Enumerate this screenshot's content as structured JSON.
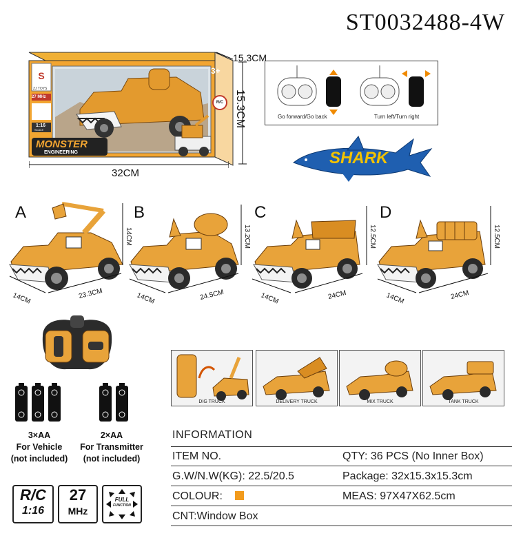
{
  "sku": "ST0032488-4W",
  "box": {
    "depth_label": "15.3CM",
    "height_label": "15.3CM",
    "width_label": "32CM",
    "age_badge": "3+",
    "freq_tag": "27 MHz",
    "scale_tag": "1:16",
    "scale_word": "SCALE",
    "brand_top": "MONSTER",
    "brand_bottom": "ENGINEERING",
    "rc_badge": "R/C",
    "maker": "ZJ TOYS"
  },
  "controls_diagram": {
    "left_caption": "Go forward/Go back",
    "right_caption": "Turn left/Turn right"
  },
  "shark_text": "SHARK",
  "variants": [
    {
      "letter": "A",
      "height": "14CM",
      "depth": "14CM",
      "length": "23.3CM"
    },
    {
      "letter": "B",
      "height": "13.2CM",
      "depth": "14CM",
      "length": "24.5CM"
    },
    {
      "letter": "C",
      "height": "12.5CM",
      "depth": "14CM",
      "length": "24CM"
    },
    {
      "letter": "D",
      "height": "12.5CM",
      "depth": "14CM",
      "length": "24CM"
    }
  ],
  "function_panels": [
    "DIG TRUCK",
    "DELIVERY TRUCK",
    "MIX TRUCK",
    "TANK TRUCK"
  ],
  "batteries": {
    "vehicle": [
      "3×AA",
      "For Vehicle",
      "(not included)"
    ],
    "transmitter": [
      "2×AA",
      "For Transmitter",
      "(not included)"
    ]
  },
  "badges": {
    "rc_top": "R/C",
    "rc_bottom": "1:16",
    "freq_top": "27",
    "freq_bottom": "MHz",
    "func_top": "FULL",
    "func_bottom": "FUNCTION"
  },
  "information": {
    "heading": "INFORMATION",
    "item_no": "ITEM NO.",
    "qty": "QTY: 36 PCS (No Inner Box)",
    "weight": "G.W/N.W(KG): 22.5/20.5",
    "package": "Package: 32x15.3x15.3cm",
    "colour": "COLOUR:",
    "colour_swatch": "#f29b1d",
    "meas": "MEAS: 97X47X62.5cm",
    "cnt": "CNT:Window Box"
  },
  "colors": {
    "truck_orange": "#e8a33a",
    "shark_blue": "#1f5fb0",
    "shark_text": "#f2c200"
  }
}
